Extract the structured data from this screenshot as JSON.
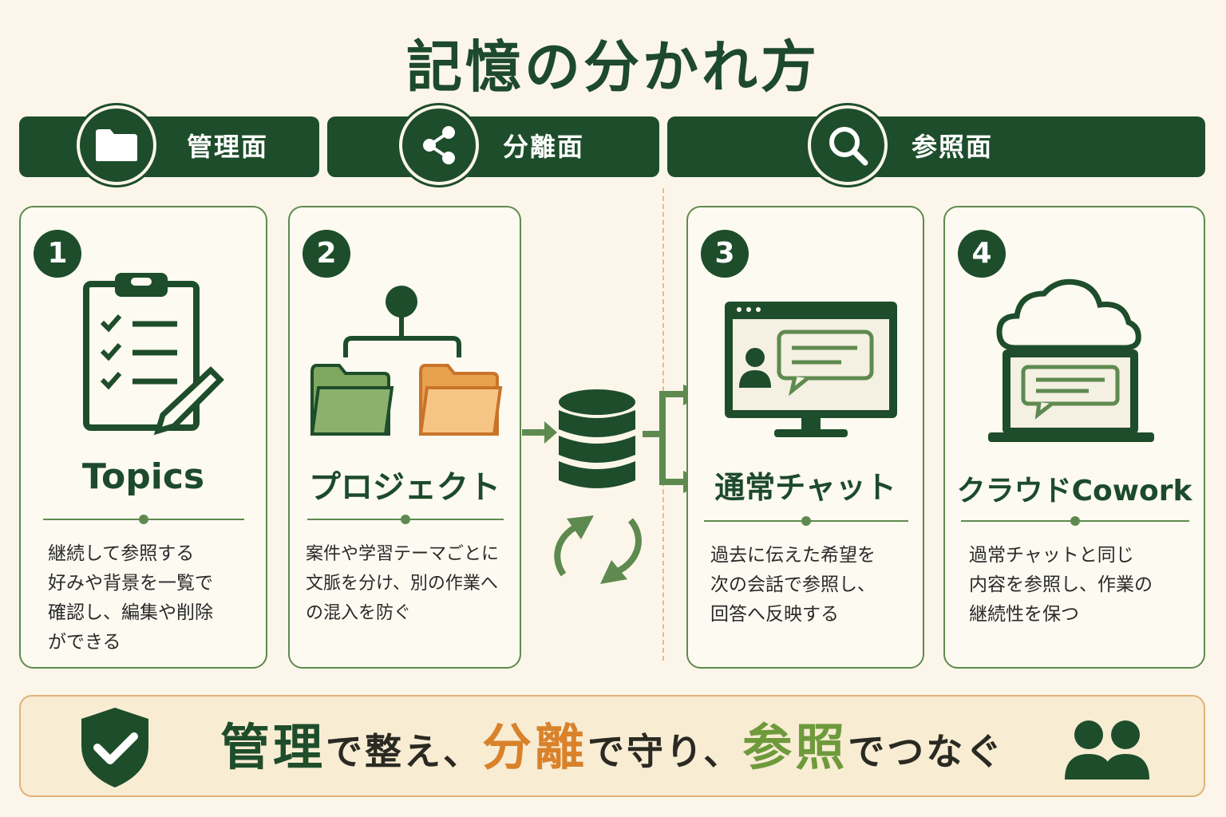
{
  "title": "記憶の分かれ方",
  "banners": [
    {
      "label": "管理面",
      "icon": "folder-icon"
    },
    {
      "label": "分離面",
      "icon": "share-icon"
    },
    {
      "label": "参照面",
      "icon": "search-icon"
    }
  ],
  "cards": [
    {
      "number": "1",
      "title": "Topics",
      "icon": "clipboard-checklist-icon",
      "description": "継続して参照する\n好みや背景を一覧で\n確認し、編集や削除\nができる"
    },
    {
      "number": "2",
      "title": "プロジェクト",
      "icon": "folder-hierarchy-icon",
      "description": "案件や学習テーマごとに\n文脈を分け、別の作業へ\nの混入を防ぐ"
    },
    {
      "number": "3",
      "title": "通常チャット",
      "icon": "monitor-chat-icon",
      "description": "過去に伝えた希望を\n次の会話で参照し、\n回答へ反映する"
    },
    {
      "number": "4",
      "title": "クラウドCowork",
      "icon": "cloud-laptop-icon",
      "description": "過常チャットと同じ\n内容を参照し、作業の\n継続性を保つ"
    }
  ],
  "center_icon": "database-sync-icon",
  "motto": {
    "part1": "管理",
    "part2": "で整え、",
    "part3": "分離",
    "part4": "で守り、",
    "part5": "参照",
    "part6": "でつなぐ"
  },
  "colors": {
    "primary_green": "#1e4d2b",
    "light_green": "#7fa760",
    "orange": "#d9822b",
    "background": "#fbf6e9"
  }
}
